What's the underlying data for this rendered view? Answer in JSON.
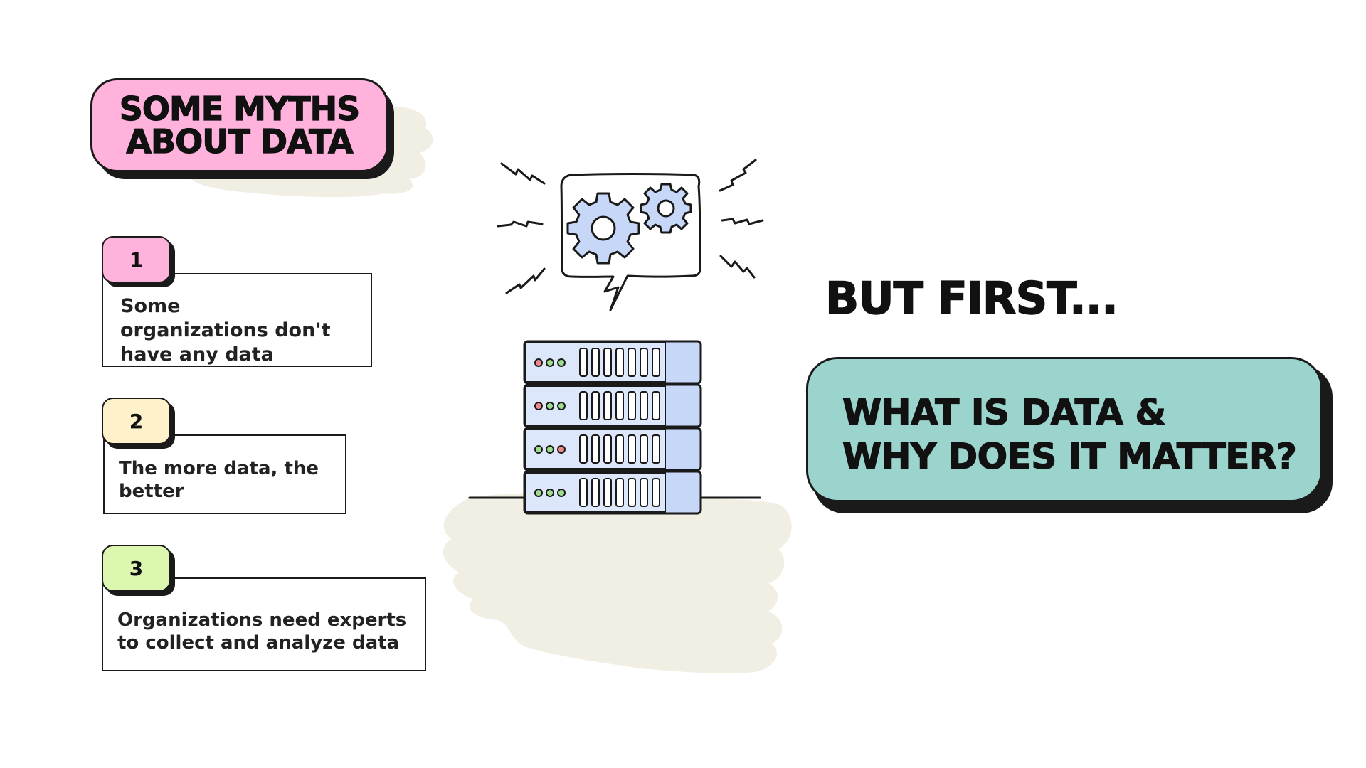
{
  "slide": {
    "title": "SOME MYTHS\nABOUT DATA",
    "myths": [
      {
        "number": "1",
        "text": "Some organizations don't have any data",
        "tab_color": "#ffb3dc"
      },
      {
        "number": "2",
        "text": "The more data, the better",
        "tab_color": "#fff1c9"
      },
      {
        "number": "3",
        "text": "Organizations need experts to collect and analyze data",
        "tab_color": "#dcf7b0"
      }
    ],
    "but_first": "BUT FIRST...",
    "question": "WHAT IS DATA &\nWHY DOES IT MATTER?",
    "illustration": {
      "subject": "server-stack-with-gears-speech-bubble",
      "server_color": "#c7d7f7",
      "blob_color": "#f1eee4"
    },
    "colors": {
      "title_pill": "#ffb3dc",
      "question_pill": "#9bd4cc",
      "ink": "#1a1a1a"
    }
  }
}
